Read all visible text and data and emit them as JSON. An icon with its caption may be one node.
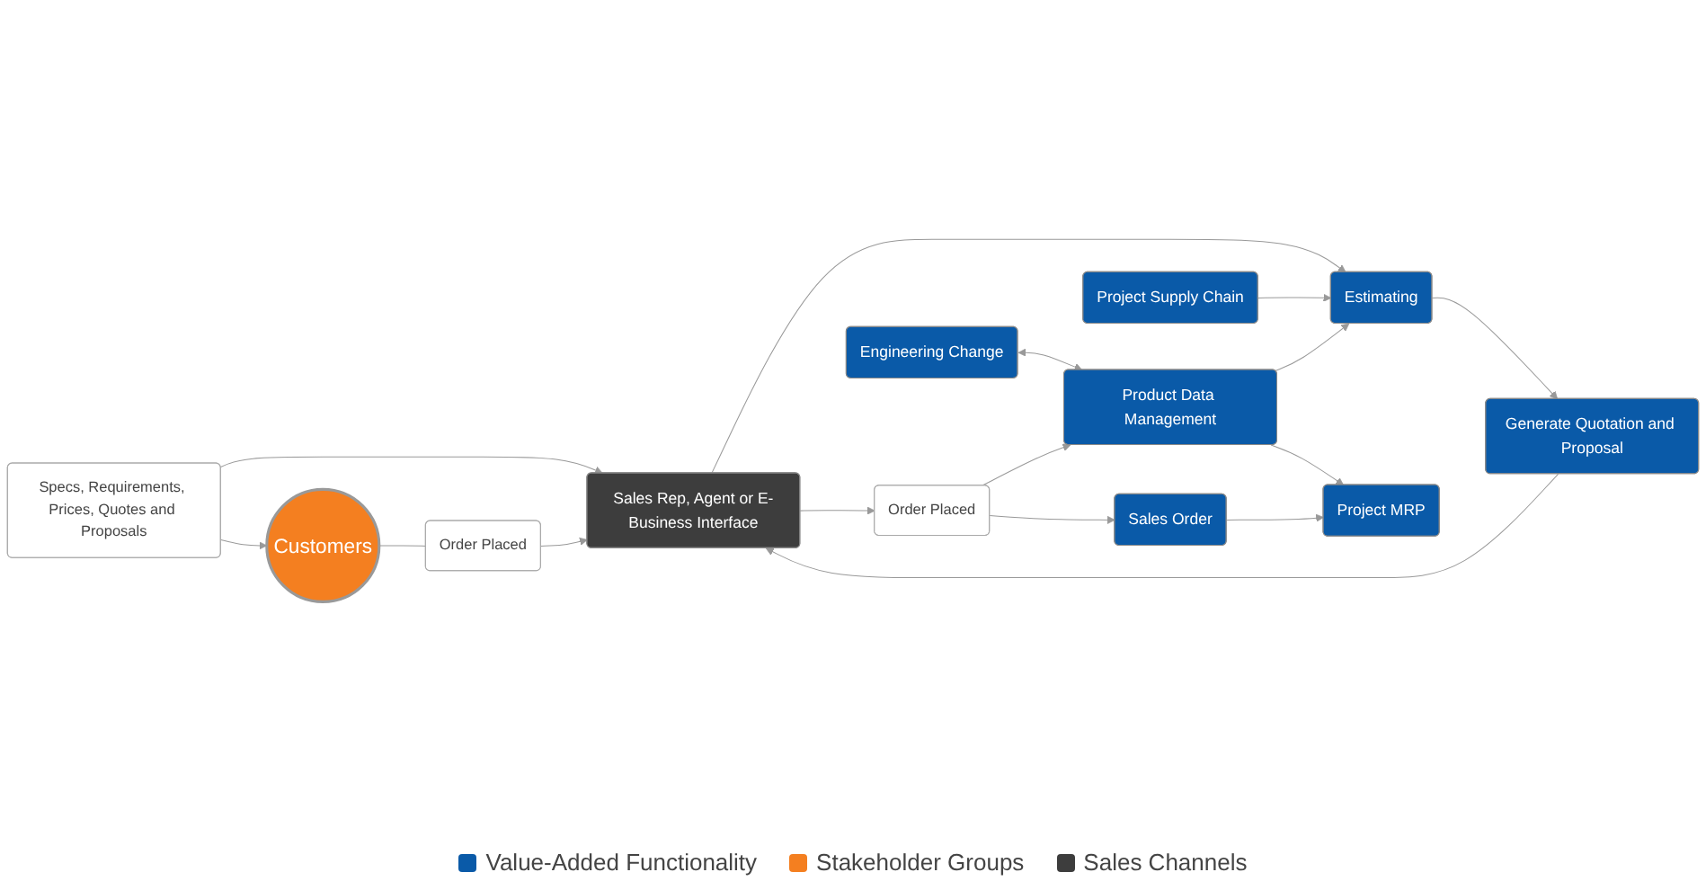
{
  "diagram": {
    "nodes": [
      {
        "text": [
          "Customers"
        ]
      },
      {
        "text": [
          "Specs, Requirements, Prices, Quotes and Proposals"
        ]
      },
      {
        "text": [
          "Order Placed"
        ]
      },
      {
        "text": [
          "Sales Rep, Agent or E-Business Interface"
        ]
      },
      {
        "text": [
          "Project Supply Chain"
        ]
      },
      {
        "text": [
          "Engineering Change"
        ]
      },
      {
        "text": [
          "Estimating"
        ]
      },
      {
        "text": [
          "Product Data Management"
        ]
      },
      {
        "text": [
          "Generate Quotation and Proposal"
        ]
      },
      {
        "text": [
          "Order Placed"
        ]
      },
      {
        "text": [
          "Sales Order"
        ]
      },
      {
        "text": [
          "Project MRP"
        ]
      }
    ],
    "edges": [
      {
        "from": 1,
        "to": 0,
        "arrow": "to"
      },
      {
        "from": 1,
        "to": 3,
        "arrow": "to"
      },
      {
        "from": 0,
        "to": 2,
        "arrow": "none"
      },
      {
        "from": 2,
        "to": 3,
        "arrow": "to"
      },
      {
        "from": 3,
        "to": 6,
        "arrow": "to"
      },
      {
        "from": 8,
        "to": 3,
        "arrow": "to"
      },
      {
        "from": 3,
        "to": 9,
        "arrow": "to"
      },
      {
        "from": 4,
        "to": 6,
        "arrow": "to"
      },
      {
        "from": 5,
        "to": 7,
        "arrow": "both"
      },
      {
        "from": 7,
        "to": 6,
        "arrow": "to"
      },
      {
        "from": 6,
        "to": 8,
        "arrow": "to"
      },
      {
        "from": 9,
        "to": 7,
        "arrow": "to"
      },
      {
        "from": 9,
        "to": 10,
        "arrow": "to"
      },
      {
        "from": 7,
        "to": 11,
        "arrow": "to"
      },
      {
        "from": 10,
        "to": 11,
        "arrow": "to"
      }
    ],
    "legend": [
      {
        "text": "Value-Added Functionality",
        "color": "#0a5aa8"
      },
      {
        "text": "Stakeholder Groups",
        "color": "#f47f20"
      },
      {
        "text": "Sales Channels",
        "color": "#3d3d3d"
      }
    ]
  }
}
